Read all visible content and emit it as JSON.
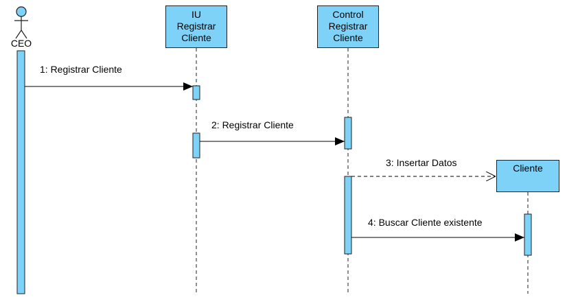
{
  "diagram": {
    "actor": {
      "name": "CEO"
    },
    "lifelines": [
      {
        "label_lines": [
          "IU",
          "Registrar",
          "Cliente"
        ]
      },
      {
        "label_lines": [
          "Control",
          "Registrar",
          "Cliente"
        ]
      },
      {
        "label_lines": [
          "Cliente"
        ]
      }
    ],
    "messages": [
      {
        "label": "1: Registrar Cliente",
        "style": "sync"
      },
      {
        "label": "2: Registrar Cliente",
        "style": "sync"
      },
      {
        "label": "3: Insertar Datos",
        "style": "create"
      },
      {
        "label": "4: Buscar Cliente existente",
        "style": "sync"
      }
    ]
  },
  "colors": {
    "fill": "#7fd2f7",
    "stroke": "#1f1f1f"
  }
}
